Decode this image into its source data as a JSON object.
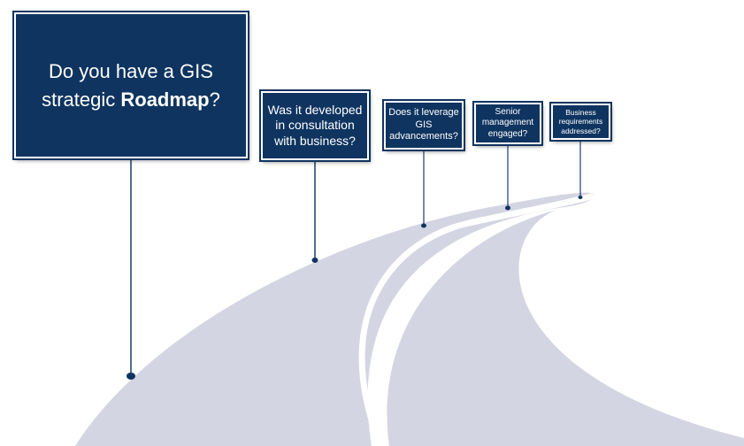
{
  "colors": {
    "sign_fill": "#0f3460",
    "sign_border": "#ffffff",
    "road": "#d3d5e2",
    "pole": "#1a3f6b"
  },
  "signs": [
    {
      "text_before": "Do you have a GIS strategic ",
      "text_bold": "Roadmap",
      "text_after": "?"
    },
    {
      "text": "Was it developed in consultation with business?"
    },
    {
      "text": "Does it leverage GIS advancements?"
    },
    {
      "text": "Senior management engaged?"
    },
    {
      "text": "Business requirements addressed?"
    }
  ]
}
